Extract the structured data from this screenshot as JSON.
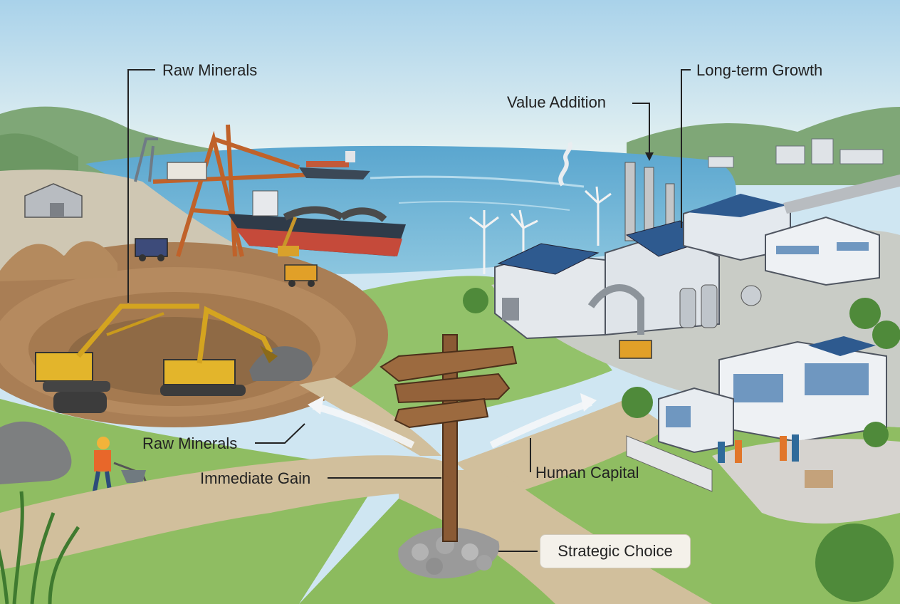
{
  "labels": {
    "raw_minerals_top": "Raw Minerals",
    "raw_minerals_bottom": "Raw Minerals",
    "immediate_gain": "Immediate Gain",
    "value_addition": "Value Addition",
    "long_term_growth": "Long-term Growth",
    "human_capital": "Human Capital",
    "strategic_choice": "Strategic Choice"
  }
}
